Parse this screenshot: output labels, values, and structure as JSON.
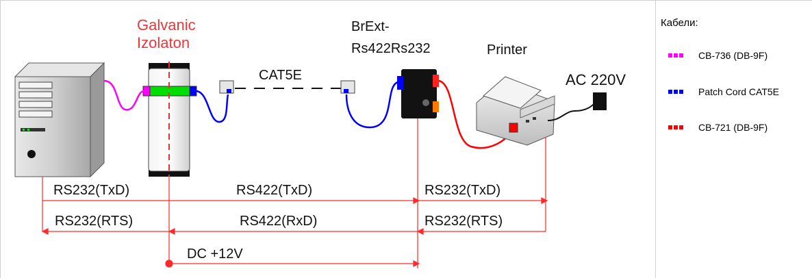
{
  "labels": {
    "galvanic_line1": "Galvanic",
    "galvanic_line2": "Izolaton",
    "cat5e": "CAT5E",
    "brext_line1": "BrExt-",
    "brext_line2": "Rs422Rs232",
    "printer": "Printer",
    "ac": "AC 220V"
  },
  "signals": {
    "rs232_txd_left": "RS232(TxD)",
    "rs422_txd": "RS422(TxD)",
    "rs232_txd_right": "RS232(TxD)",
    "rs232_rts_left": "RS232(RTS)",
    "rs422_rxd": "RS422(RxD)",
    "rs232_rts_right": "RS232(RTS)",
    "dc": "DC +12V"
  },
  "legend": {
    "title": "Кабели:",
    "items": [
      {
        "label": "CB-736 (DB-9F)",
        "color": "#ff00ff"
      },
      {
        "label": "Patch Cord CAT5E",
        "color": "#0000ff"
      },
      {
        "label": "CB-721 (DB-9F)",
        "color": "#ff0000"
      }
    ]
  },
  "colors": {
    "signal_red": "#ff2a2a",
    "isolation_red": "#e83030",
    "magenta": "#ff00ff",
    "blue": "#0000ff",
    "red": "#ff0000",
    "green": "#00dd00"
  }
}
